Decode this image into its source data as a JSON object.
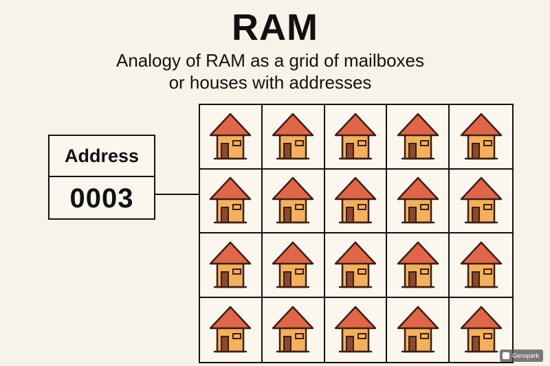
{
  "title": "RAM",
  "subtitle": {
    "line1": "Analogy of RAM as a grid of mailboxes",
    "line2": "or houses with addresses"
  },
  "address": {
    "label": "Address",
    "value": "0003"
  },
  "grid": {
    "rows": 4,
    "columns": 5,
    "cell_icon": "house-icon"
  },
  "colors": {
    "background": "#f8f3e8",
    "roof": "#e0664a",
    "wall": "#f5b05e",
    "door": "#8a4a2b",
    "outline": "#3a1e12"
  },
  "watermark": {
    "text": "Genspark"
  }
}
